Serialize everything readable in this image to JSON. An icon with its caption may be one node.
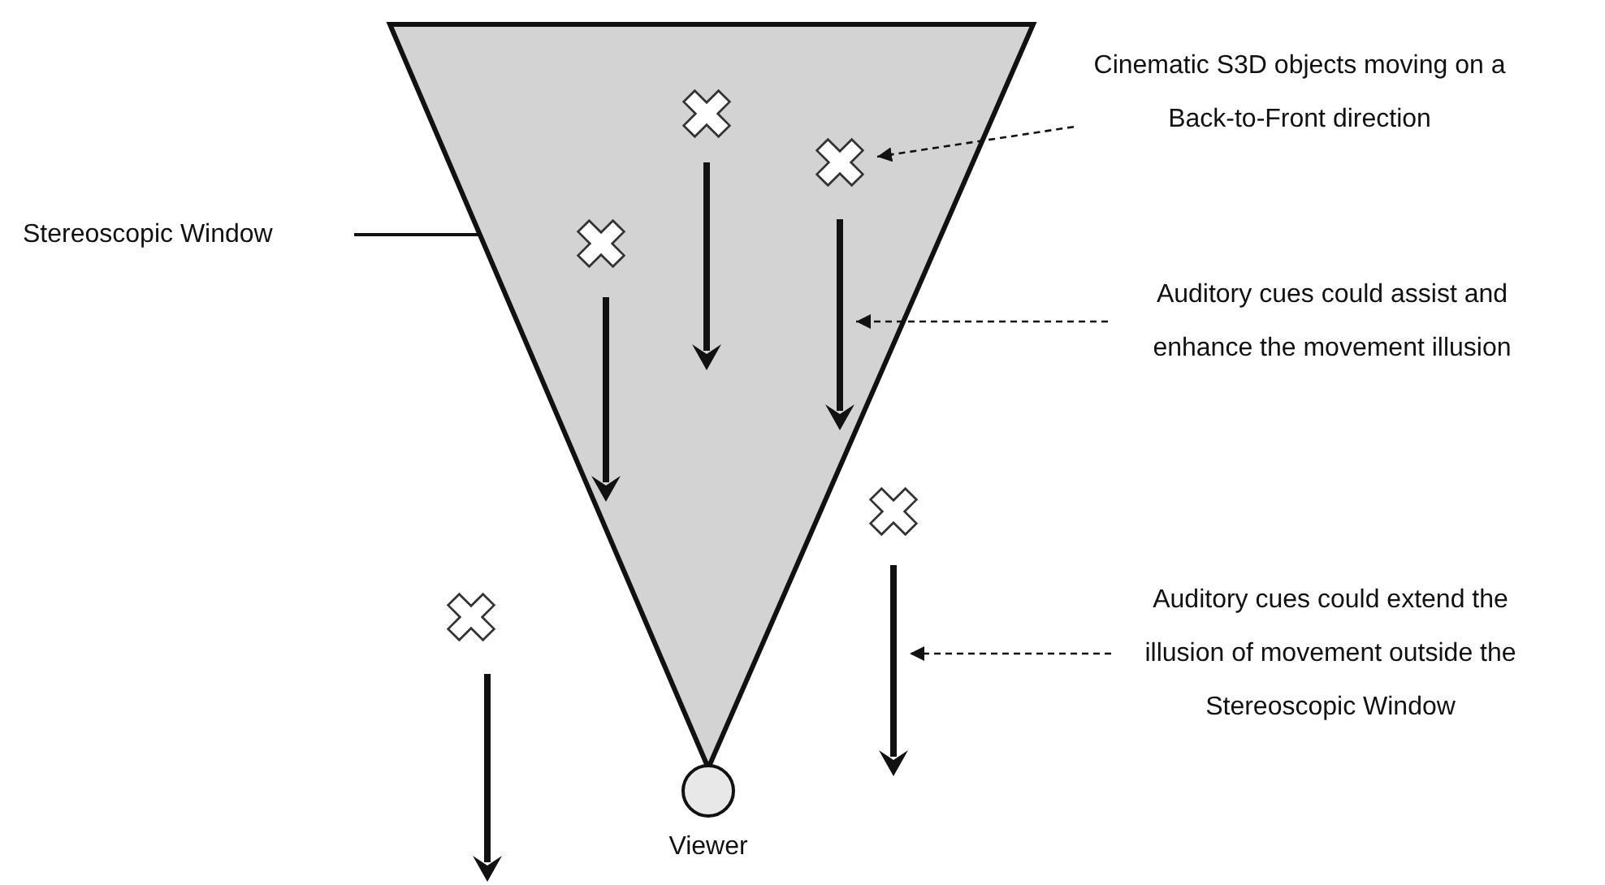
{
  "diagram": {
    "nodes": [
      {
        "text": [],
        "shape": "triangle"
      },
      {
        "text": [
          "Cinematic S3D objects moving on a Back-to-Front direction"
        ]
      },
      {
        "text": [],
        "shape": "cross",
        "in": 0
      },
      {
        "text": [],
        "shape": "cross",
        "in": 0
      },
      {
        "text": [
          "Stereoscopic Window"
        ]
      },
      {
        "text": [],
        "shape": "cross",
        "in": 0
      },
      {
        "text": [],
        "shape": "arrow",
        "in": 0
      },
      {
        "text": [],
        "shape": "arrow",
        "in": 0
      },
      {
        "text": [
          "Auditory cues could assist and enhance the movement illusion"
        ]
      },
      {
        "text": [],
        "shape": "arrow",
        "in": 0
      },
      {
        "text": [],
        "shape": "cross"
      },
      {
        "text": [],
        "shape": "arrow"
      },
      {
        "text": [],
        "shape": "cross"
      },
      {
        "text": [
          "Auditory cues could extend the illusion of movement outside the Stereoscopic Window"
        ]
      },
      {
        "text": [],
        "shape": "arrow"
      },
      {
        "text": [],
        "shape": "circle",
        "beside": [
          "Viewer"
        ]
      }
    ],
    "edges": [
      {
        "from": 4,
        "to": 0,
        "arrow": "none"
      },
      {
        "from": 1,
        "to": 3,
        "arrow": "to",
        "style": "dashed"
      },
      {
        "from": 8,
        "to": 7,
        "arrow": "to",
        "style": "dashed"
      },
      {
        "from": 13,
        "to": 11,
        "arrow": "to",
        "style": "dashed"
      }
    ]
  }
}
